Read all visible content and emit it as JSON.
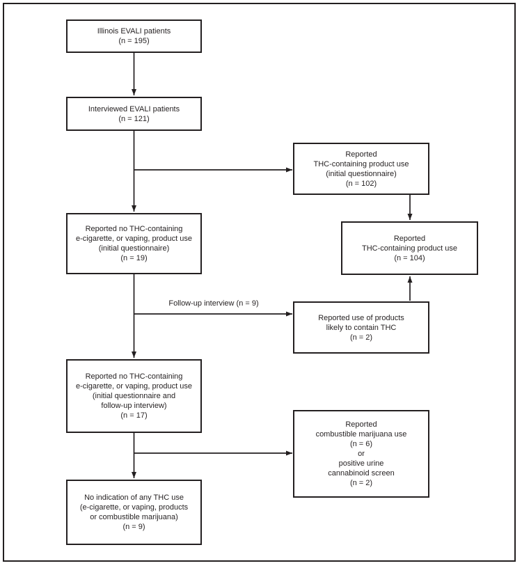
{
  "figure": {
    "colors": {
      "line": "#231f20",
      "background": "#ffffff"
    },
    "boxes": {
      "illinois_patients": {
        "text": "Illinois EVALI patients\n(n = 195)"
      },
      "interviewed_patients": {
        "text": "Interviewed EVALI patients\n(n = 121)"
      },
      "reported_thc_initial": {
        "text": "Reported\nTHC-containing product use\n(initial questionnaire)\n(n = 102)"
      },
      "no_thc_initial": {
        "text": "Reported no THC-containing\ne-cigarette, or vaping, product use\n(initial questionnaire)\n(n = 19)"
      },
      "reported_thc_total": {
        "text": "Reported\nTHC-containing product use\n(n = 104)"
      },
      "likely_thc": {
        "text": "Reported use of products\nlikely to contain THC\n(n = 2)"
      },
      "no_thc_both": {
        "text": "Reported no THC-containing\ne-cigarette, or vaping, product use\n(initial questionnaire and\nfollow-up interview)\n(n = 17)"
      },
      "combustible_marijuana": {
        "text": "Reported\ncombustible marijuana use\n(n = 6)\nor\npositive urine\ncannabinoid screen\n(n = 2)"
      },
      "no_indication": {
        "text": "No indication of any THC use\n(e-cigarette, or vaping, products\nor combustible marijuana)\n(n = 9)"
      }
    },
    "labels": {
      "followup_interview": "Follow-up interview (n = 9)"
    }
  }
}
